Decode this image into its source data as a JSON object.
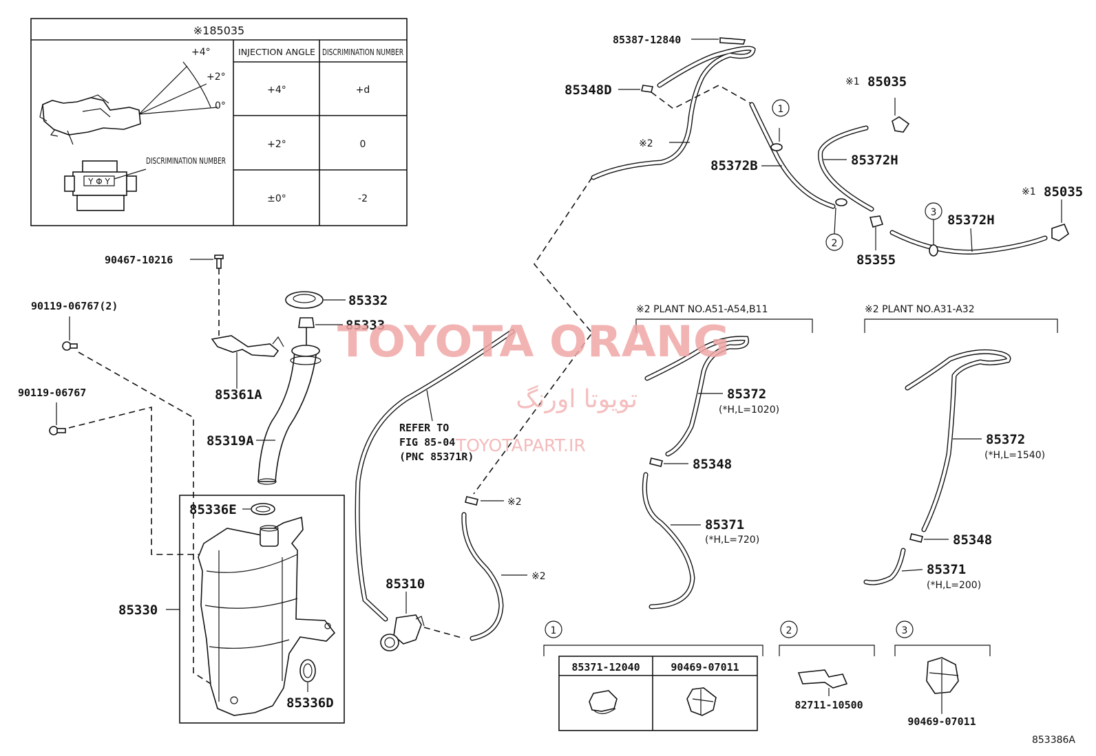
{
  "inset": {
    "title": "※185035",
    "col_injection": "INJECTION ANGLE",
    "col_discrimination": "DISCRIMINATION NUMBER",
    "rows": [
      {
        "angle": "+4°",
        "number": "+d"
      },
      {
        "angle": "+2°",
        "number": "0"
      },
      {
        "angle": "±0°",
        "number": "-2"
      }
    ],
    "angle_labels": [
      "+4°",
      "+2°",
      "0°"
    ],
    "discrimination_label": "DISCRIMINATION NUMBER",
    "connector_marks": "Y Φ Y"
  },
  "parts": {
    "p85387": "85387-12840",
    "p85348D": "85348D",
    "mark2": "※2",
    "p85372B": "85372B",
    "circle1": "1",
    "circle2": "2",
    "circle3": "3",
    "nozzle1_mark": "※1",
    "nozzle1_pn": "85035",
    "p85372H_a": "85372H",
    "p85355": "85355",
    "nozzle2_mark": "※1",
    "nozzle2_pn": "85035",
    "p85372H_b": "85372H",
    "p90467": "90467-10216",
    "p90119a": "90119-06767(2)",
    "p90119b": "90119-06767",
    "p85332": "85332",
    "p85333": "85333",
    "p85361A": "85361A",
    "p85319A": "85319A",
    "p85336E": "85336E",
    "p85330": "85330",
    "p85336D": "85336D",
    "refer_line1": "REFER TO",
    "refer_line2": "FIG 85-04",
    "refer_line3": "(PNC 85371R)",
    "p85310": "85310",
    "mark2_b": "※2",
    "mark2_c": "※2"
  },
  "plant_a51": {
    "title": "※2 PLANT NO.A51-A54,B11",
    "hose_pn": "85372",
    "hose_spec": "(*H,L=1020)",
    "joint_pn": "85348",
    "lower_pn": "85371",
    "lower_spec": "(*H,L=720)"
  },
  "plant_a31": {
    "title": "※2 PLANT NO.A31-A32",
    "hose_pn": "85372",
    "hose_spec": "(*H,L=1540)",
    "joint_pn": "85348",
    "lower_pn": "85371",
    "lower_spec": "(*H,L=200)"
  },
  "detail1": {
    "label": "1",
    "pn_left": "85371-12040",
    "pn_right": "90469-07011"
  },
  "detail2": {
    "label": "2",
    "pn": "82711-10500"
  },
  "detail3": {
    "label": "3",
    "pn": "90469-07011"
  },
  "watermark": {
    "main": "TOYOTA ORANG",
    "persian": "تویوتا اورنگ",
    "site": "TOYOTAPART.IR"
  },
  "figure_id": "853386A"
}
